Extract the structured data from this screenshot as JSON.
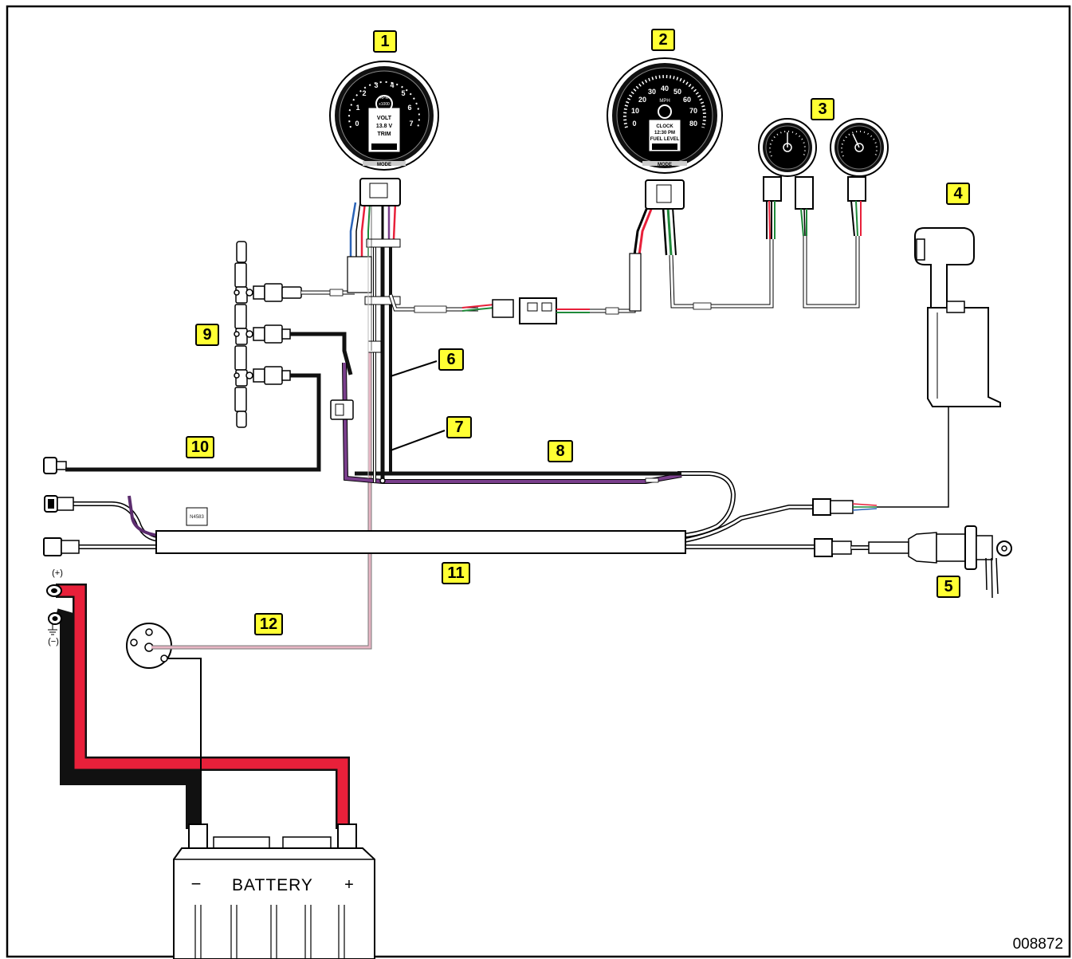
{
  "diagram": {
    "callouts": [
      "1",
      "2",
      "3",
      "4",
      "5",
      "6",
      "7",
      "8",
      "9",
      "10",
      "11",
      "12"
    ],
    "battery": {
      "label": "BATTERY",
      "neg": "−",
      "pos": "+"
    },
    "terminals": {
      "pos": "(+)",
      "neg": "(−)"
    },
    "figure_number": "008872",
    "gauge1": {
      "scale": [
        "0",
        "1",
        "2",
        "3",
        "4",
        "5",
        "6",
        "7"
      ],
      "unit": "RPM",
      "multiplier": "x1000",
      "display_lines": [
        "VOLT",
        "13.8 V",
        "TRIM"
      ],
      "button": "MODE"
    },
    "gauge2": {
      "scale": [
        "0",
        "10",
        "20",
        "30",
        "40",
        "50",
        "60",
        "70",
        "80"
      ],
      "unit": "MPH",
      "display_lines": [
        "CLOCK",
        "12:30 PM",
        "FUEL LEVEL"
      ],
      "button": "MODE"
    },
    "colors": {
      "callout_fill": "#ffff33",
      "wire_red": "#e8203a",
      "wire_black": "#111111",
      "wire_purple": "#7a3f8c",
      "wire_pink": "#e7b6c4",
      "wire_green": "#1f8a3a",
      "wire_blue": "#2a63b7"
    }
  }
}
